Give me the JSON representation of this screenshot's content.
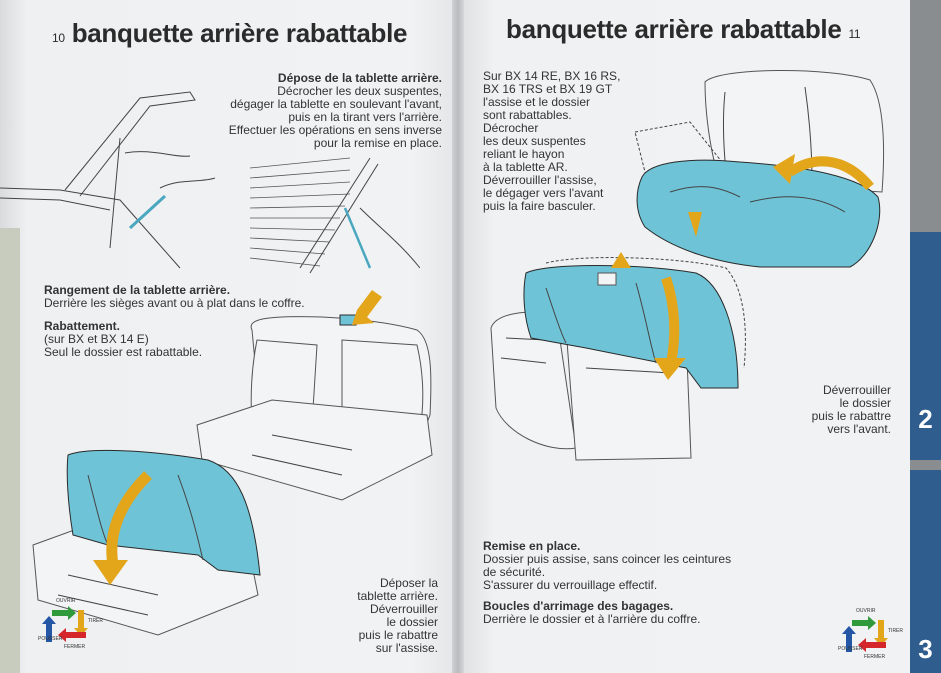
{
  "left_page": {
    "page_number": "10",
    "title": "banquette arrière rabattable",
    "depose_title": "Dépose de la tablette arrière.",
    "depose_lines": [
      "Décrocher les deux suspentes,",
      "dégager la tablette en soulevant l'avant,",
      "puis en la tirant vers l'arrière.",
      "Effectuer les opérations en sens inverse",
      "pour la remise en place."
    ],
    "rangement_title": "Rangement de la tablette arrière.",
    "rangement_text": "Derrière les sièges avant ou à plat dans le coffre.",
    "rabattement_title": "Rabattement.",
    "rabattement_lines": [
      "(sur BX et BX 14 E)",
      "Seul le dossier est rabattable."
    ],
    "deposer_lines": [
      "Déposer la",
      "tablette arrière.",
      "Déverrouiller",
      "le dossier",
      "puis le rabattre",
      "sur l'assise."
    ],
    "legend": {
      "ouvrir": "OUVRIR",
      "tirer": "TIRER",
      "fermer": "FERMER",
      "pousser": "POUSSER"
    }
  },
  "right_page": {
    "page_number": "11",
    "title": "banquette arrière rabattable",
    "intro_lines": [
      "Sur BX 14 RE, BX 16 RS,",
      "BX 16 TRS et BX 19 GT",
      "l'assise et le dossier",
      "sont rabattables.",
      "Décrocher",
      "les deux suspentes",
      "reliant le hayon",
      "à la tablette AR.",
      "Déverrouiller l'assise,",
      "le dégager vers l'avant",
      "puis la faire basculer."
    ],
    "deverrouiller_lines": [
      "Déverrouiller",
      "le dossier",
      "puis le rabattre",
      "vers l'avant."
    ],
    "remise_title": "Remise en place.",
    "remise_lines": [
      "Dossier puis assise, sans coincer les ceintures",
      "de sécurité.",
      "S'assurer du verrouillage effectif."
    ],
    "boucles_title": "Boucles d'arrimage des bagages.",
    "boucles_text": "Derrière le dossier et à l'arrière du coffre.",
    "legend": {
      "ouvrir": "OUVRIR",
      "tirer": "TIRER",
      "fermer": "FERMER",
      "pousser": "POUSSER"
    }
  },
  "tabs": {
    "tab2": "2",
    "tab3": "3"
  },
  "colors": {
    "cyan": "#6ec3d6",
    "arrow": "#e3a51a",
    "tab_blue": "#2f5d8e",
    "green": "#2e9a3c",
    "red": "#d4262b",
    "blue": "#2456a6"
  }
}
